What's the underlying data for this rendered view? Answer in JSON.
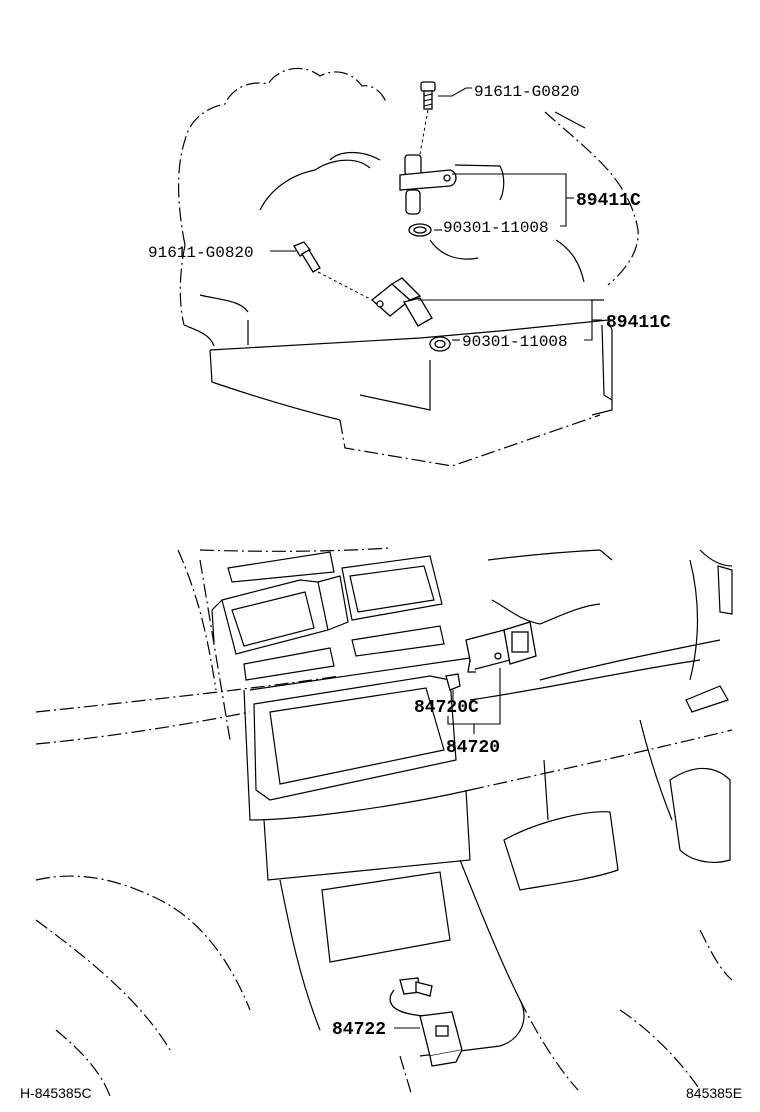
{
  "diagram": {
    "top_section": {
      "labels": {
        "bolt_upper": "91611-G0820",
        "sensor_upper": "89411C",
        "oring_upper": "90301-11008",
        "bolt_lower": "91611-G0820",
        "sensor_lower": "89411C",
        "oring_lower": "90301-11008"
      }
    },
    "bottom_section": {
      "labels": {
        "relay_sub": "84720C",
        "relay_main": "84720",
        "switch": "84722"
      }
    },
    "footer": {
      "left_code": "H-845385C",
      "right_code": "845385E"
    }
  }
}
